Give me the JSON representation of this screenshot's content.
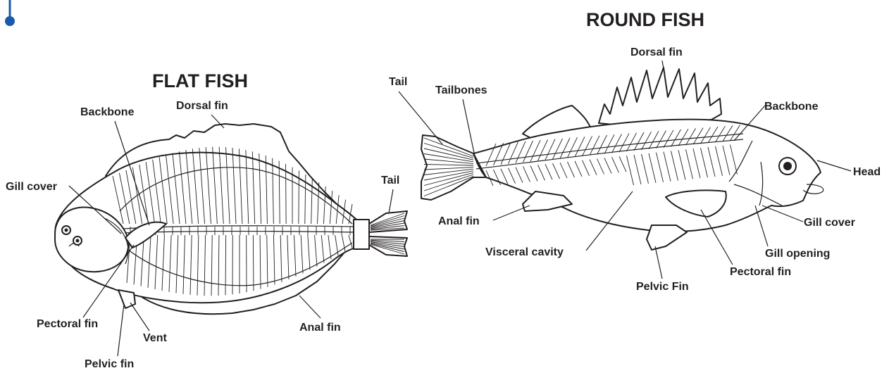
{
  "colors": {
    "ink": "#231f20",
    "accent": "#1a5aa6",
    "background": "#ffffff"
  },
  "flat_fish": {
    "title": "FLAT FISH",
    "labels": {
      "dorsal_fin": "Dorsal fin",
      "backbone": "Backbone",
      "gill_cover": "Gill cover",
      "tail": "Tail",
      "pectoral_fin": "Pectoral fin",
      "vent": "Vent",
      "pelvic_fin": "Pelvic fin",
      "anal_fin": "Anal fin"
    }
  },
  "round_fish": {
    "title": "ROUND FISH",
    "labels": {
      "dorsal_fin": "Dorsal fin",
      "tail": "Tail",
      "tailbones": "Tailbones",
      "backbone": "Backbone",
      "head": "Head",
      "anal_fin": "Anal fin",
      "gill_cover": "Gill cover",
      "visceral_cavity": "Visceral cavity",
      "gill_opening": "Gill opening",
      "pectoral_fin": "Pectoral fin",
      "pelvic_fin": "Pelvic Fin"
    }
  }
}
